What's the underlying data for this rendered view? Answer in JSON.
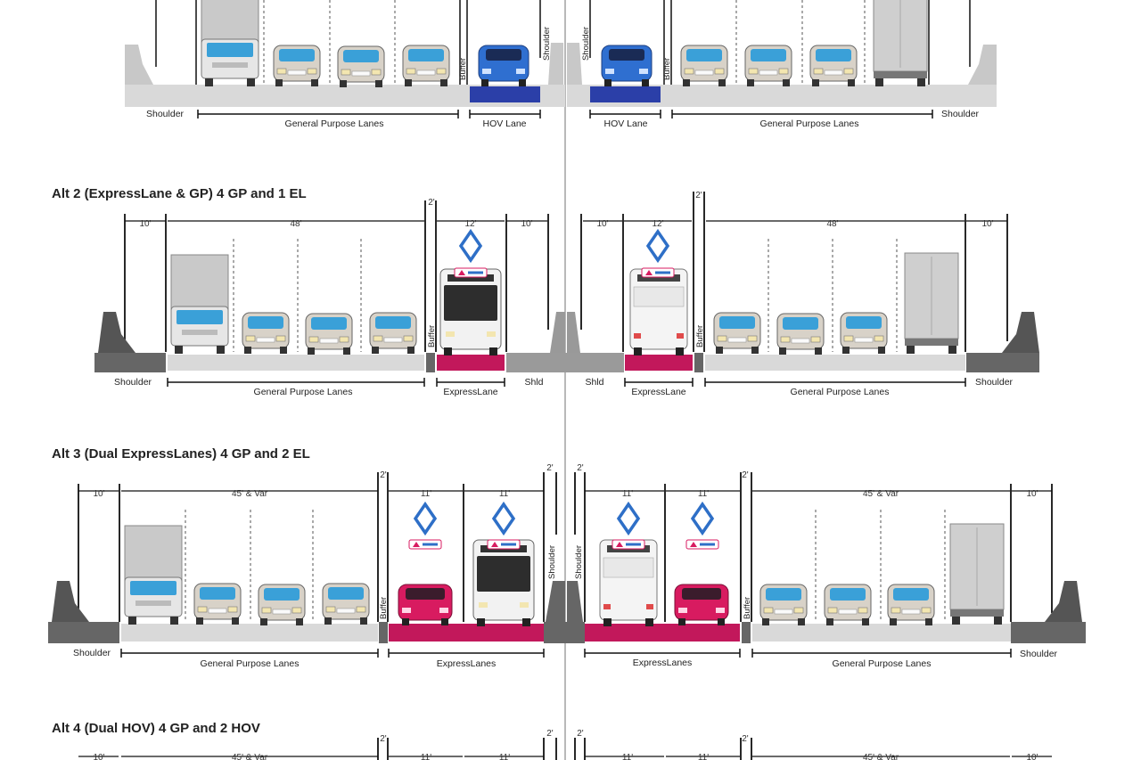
{
  "labels": {
    "shoulder": "Shoulder",
    "gp_lanes": "General Purpose Lanes",
    "hov_lane": "HOV Lane",
    "buffer": "Buffer",
    "express_lane": "ExpressLane",
    "express_lanes": "ExpressLanes",
    "shld": "Shld"
  },
  "alt1": {},
  "alt2": {
    "title": "Alt 2 (ExpressLane & GP) 4 GP and 1 EL",
    "dims": {
      "shoulder": "10'",
      "gp": "48'",
      "buffer": "2'",
      "el": "12'",
      "shld": "10'"
    },
    "badge": "ExpressLane badge"
  },
  "alt3": {
    "title": "Alt 3 (Dual ExpressLanes) 4 GP and 2 EL",
    "dims": {
      "shoulder": "10'",
      "gp": "45' & Var",
      "buffer": "2'",
      "el": "11'"
    }
  },
  "alt4": {
    "title": "Alt 4 (Dual HOV) 4 GP and 2 HOV",
    "dims": {
      "shoulder": "10'",
      "gp": "45' & Var",
      "buffer": "2'",
      "lane": "11'"
    }
  },
  "colors": {
    "pavement": "#d9d9d9",
    "barrier": "#7f7f7f",
    "hov": "#2b3fa8",
    "express": "#c2185b",
    "diamond": "#2e6fc7"
  }
}
